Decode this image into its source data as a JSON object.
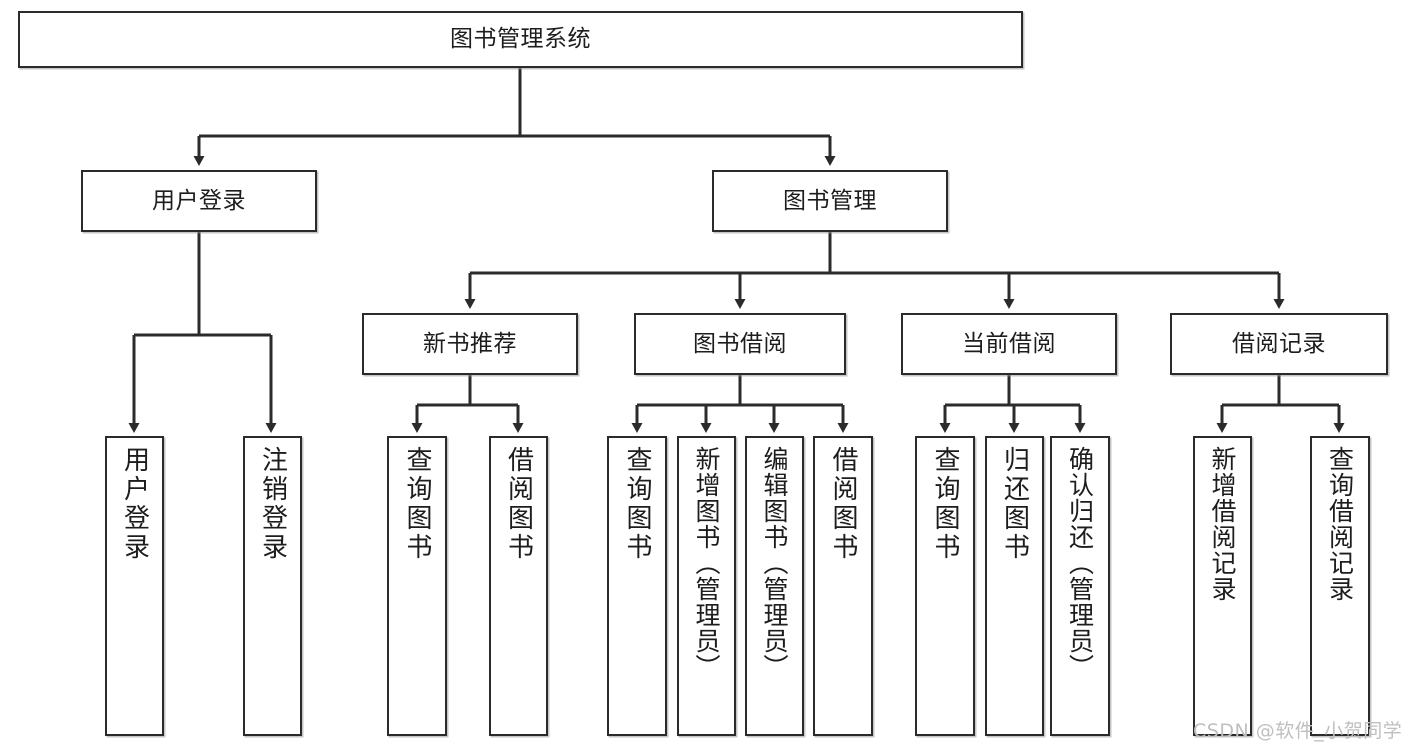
{
  "diagram": {
    "title": "图书管理系统",
    "type": "tree-hierarchy",
    "colors": {
      "stroke": "#2b2b2b",
      "fill": "#ffffff",
      "text": "#1d1d1d",
      "watermark": "#bfbfbf"
    },
    "root": {
      "label": "图书管理系统"
    },
    "level2": [
      {
        "label": "用户登录"
      },
      {
        "label": "图书管理"
      }
    ],
    "level3": [
      {
        "label": "新书推荐"
      },
      {
        "label": "图书借阅"
      },
      {
        "label": "当前借阅"
      },
      {
        "label": "借阅记录"
      }
    ],
    "leaves_user_login": [
      {
        "label": "用户登录"
      },
      {
        "label": "注销登录"
      }
    ],
    "leaves_new_book": [
      {
        "label": "查询图书"
      },
      {
        "label": "借阅图书"
      }
    ],
    "leaves_borrow": [
      {
        "label": "查询图书"
      },
      {
        "label": "新增图书（管理员）"
      },
      {
        "label": "编辑图书（管理员）"
      },
      {
        "label": "借阅图书"
      }
    ],
    "leaves_current": [
      {
        "label": "查询图书"
      },
      {
        "label": "归还图书"
      },
      {
        "label": "确认归还（管理员）"
      }
    ],
    "leaves_record": [
      {
        "label": "新增借阅记录"
      },
      {
        "label": "查询借阅记录"
      }
    ]
  },
  "watermark": {
    "text": "CSDN @软件_小贺同学"
  }
}
